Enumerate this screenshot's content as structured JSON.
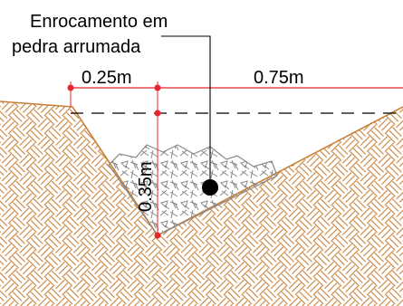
{
  "callout": {
    "line1": "Enrocamento em",
    "line2": "pedra arrumada"
  },
  "dimensions": {
    "left_width": "0.25m",
    "right_width": "0.75m",
    "depth": "0.35m"
  },
  "colors": {
    "dimension_line": "#e8252b",
    "soil_hatch": "#c8813a",
    "stone_hatch": "#8a8a8a",
    "outline": "#000000"
  }
}
